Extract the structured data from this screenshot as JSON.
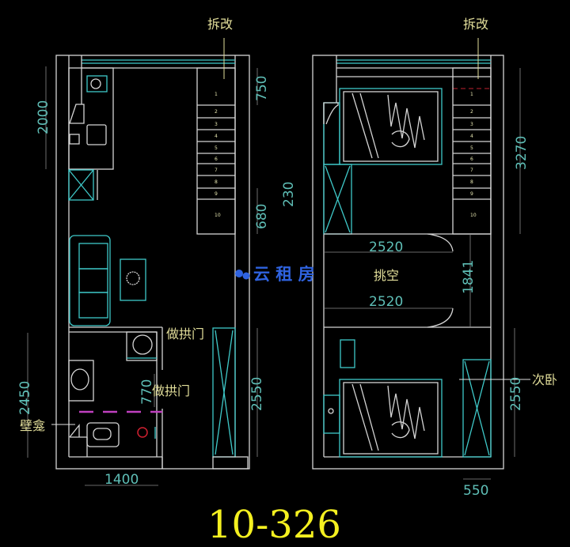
{
  "labels": {
    "demolish_left": "拆改",
    "demolish_right": "拆改",
    "arch_door_1": "做拱门",
    "arch_door_2": "做拱门",
    "niche": "壁龛",
    "void": "挑空",
    "second_bedroom": "次卧"
  },
  "dimensions": {
    "d2000": "2000",
    "d750": "750",
    "d680": "680",
    "d230": "230",
    "d2450": "2450",
    "d770": "770",
    "d2550_left": "2550",
    "d1400": "1400",
    "d3270": "3270",
    "d2520_top": "2520",
    "d2520_bottom": "2520",
    "d1841": "1841",
    "d2550_right": "2550",
    "d550": "550"
  },
  "stair_steps": [
    "1",
    "2",
    "3",
    "4",
    "5",
    "6",
    "7",
    "8",
    "9",
    "10"
  ],
  "watermark": "云 租 房",
  "title": "10-326"
}
